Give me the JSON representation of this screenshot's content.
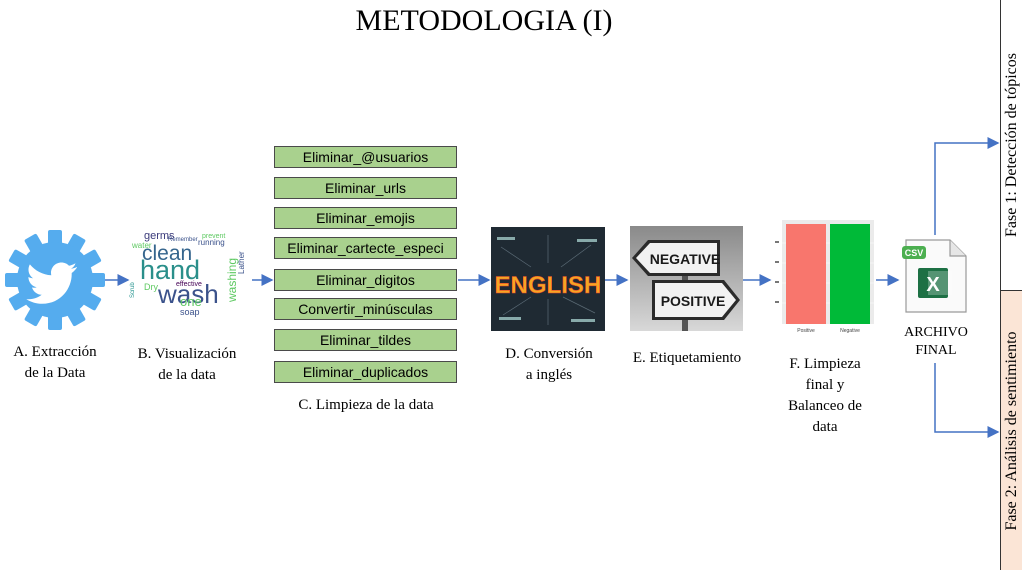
{
  "title": "METODOLOGIA (I)",
  "steps": {
    "a": {
      "line1": "A. Extracción",
      "line2": "de la Data"
    },
    "b": {
      "line1": "B. Visualización",
      "line2": "de la data"
    },
    "c": {
      "caption": "C. Limpieza de la data",
      "items": [
        "Eliminar_@usuarios",
        "Eliminar_urls",
        "Eliminar_emojis",
        "Eliminar_cartecte_especi",
        "Eliminar_digitos",
        "Convertir_minúsculas",
        "Eliminar_tildes",
        "Eliminar_duplicados"
      ]
    },
    "d": {
      "line1": "D. Conversión",
      "line2": "a inglés",
      "image_text": "ENGLISH"
    },
    "e": {
      "line1": "E. Etiquetamiento",
      "sign_top": "NEGATIVE",
      "sign_bottom": "POSITIVE"
    },
    "f": {
      "line1": "F. Limpieza",
      "line2": "final y",
      "line3": "Balanceo de",
      "line4": "data",
      "chart_data": {
        "type": "bar",
        "categories": [
          "Positive",
          "Negative"
        ],
        "values": [
          1,
          1
        ],
        "colors": [
          "#f8766d",
          "#00ba38"
        ]
      }
    },
    "final": {
      "line1": "ARCHIVO",
      "line2": "FINAL",
      "badge": "CSV"
    }
  },
  "phases": {
    "phase1": "Fase 1: Detección de tópicos",
    "phase2": "Fase 2: Análisis de sentimiento"
  },
  "wordcloud": {
    "words": [
      "hand",
      "wash",
      "clean",
      "germs",
      "washing",
      "soap",
      "water",
      "one",
      "effective",
      "Lather",
      "Dry",
      "prevent",
      "running",
      "Remember",
      "Scrub"
    ]
  },
  "colors": {
    "arrow": "#4472c4",
    "box_fill": "#a9d18e",
    "twitter": "#55acee",
    "phase2_fill": "#fbe5d6"
  }
}
